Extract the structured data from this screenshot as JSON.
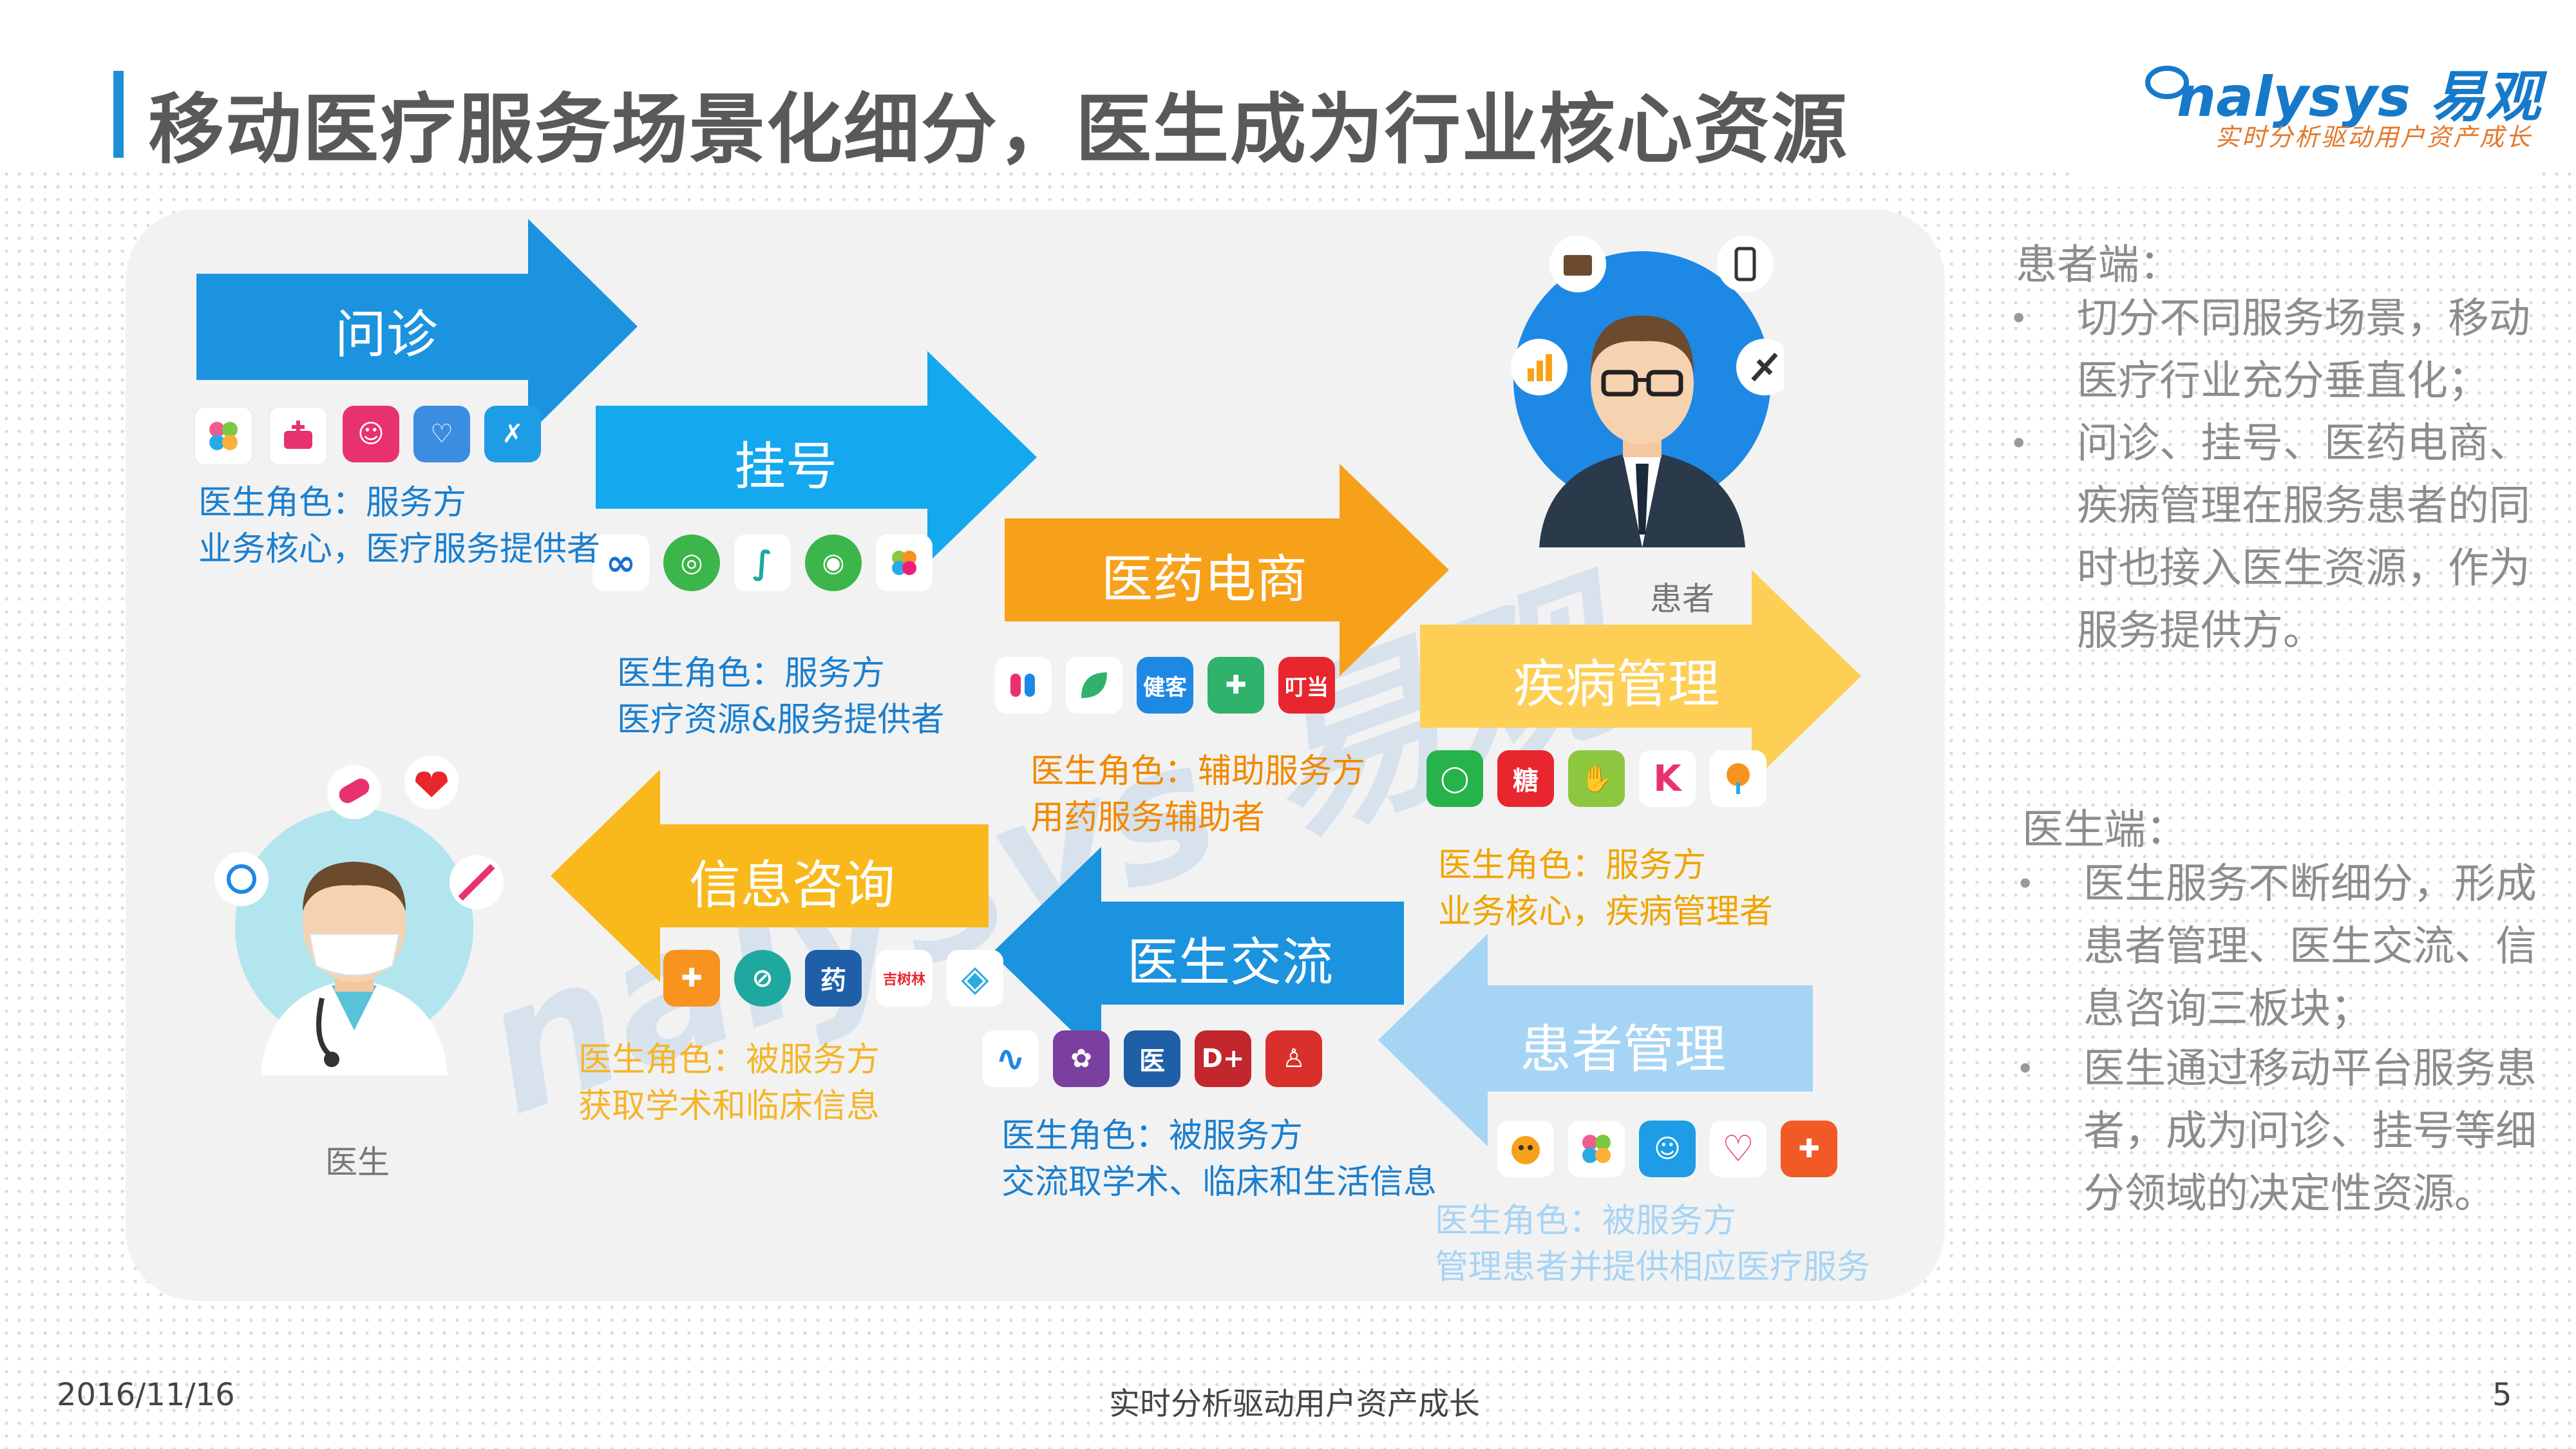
{
  "header": {
    "title": "移动医疗服务场景化细分，医生成为行业核心资源",
    "logo_text": "nalysys 易观",
    "logo_tagline": "实时分析驱动用户资产成长"
  },
  "arrows": {
    "wenzhen": "问诊",
    "guahao": "挂号",
    "yiyao": "医药电商",
    "jibing": "疾病管理",
    "xinxi": "信息咨询",
    "yisheng_jiaoliu": "医生交流",
    "huanzhe_guanli": "患者管理"
  },
  "roles": {
    "wenzhen": [
      "医生角色：服务方",
      "业务核心，医疗服务提供者"
    ],
    "guahao": [
      "医生角色：服务方",
      "医疗资源&服务提供者"
    ],
    "yiyao": [
      "医生角色：辅助服务方",
      "用药服务辅助者"
    ],
    "jibing": [
      "医生角色：服务方",
      "业务核心，疾病管理者"
    ],
    "xinxi": [
      "医生角色：被服务方",
      "获取学术和临床信息"
    ],
    "yisheng_jiaoliu": [
      "医生角色：被服务方",
      "交流取学术、临床和生活信息"
    ],
    "huanzhe_guanli": [
      "医生角色：被服务方",
      "管理患者并提供相应医疗服务"
    ]
  },
  "apps": {
    "row_xinxi_text": [
      "药",
      "吉树林"
    ],
    "row_yiyao_text": [
      "健客",
      "叮当"
    ],
    "row_jibing_text": [
      "糖"
    ],
    "row_jiaoliu_text": [
      "医",
      "D+"
    ]
  },
  "people": {
    "patient": "患者",
    "doctor": "医生"
  },
  "sidebar": {
    "patient_heading": "患者端：",
    "patient_bullets": [
      "切分不同服务场景，移动医疗行业充分垂直化；",
      "问诊、挂号、医药电商、疾病管理在服务患者的同时也接入医生资源，作为服务提供方。"
    ],
    "doctor_heading": "医生端：",
    "doctor_bullets": [
      "医生服务不断细分，形成患者管理、医生交流、信息咨询三板块；",
      "医生通过移动平台服务患者，成为问诊、挂号等细分领域的决定性资源。"
    ]
  },
  "footer": {
    "date": "2016/11/16",
    "center": "实时分析驱动用户资产成长",
    "page": "5"
  },
  "colors": {
    "blue": "#1b93de",
    "cyan": "#14a8ef",
    "orange": "#f7a11a",
    "yellow": "#fdcf55",
    "gold": "#f9b91c",
    "light_blue": "#a6d4f5"
  }
}
